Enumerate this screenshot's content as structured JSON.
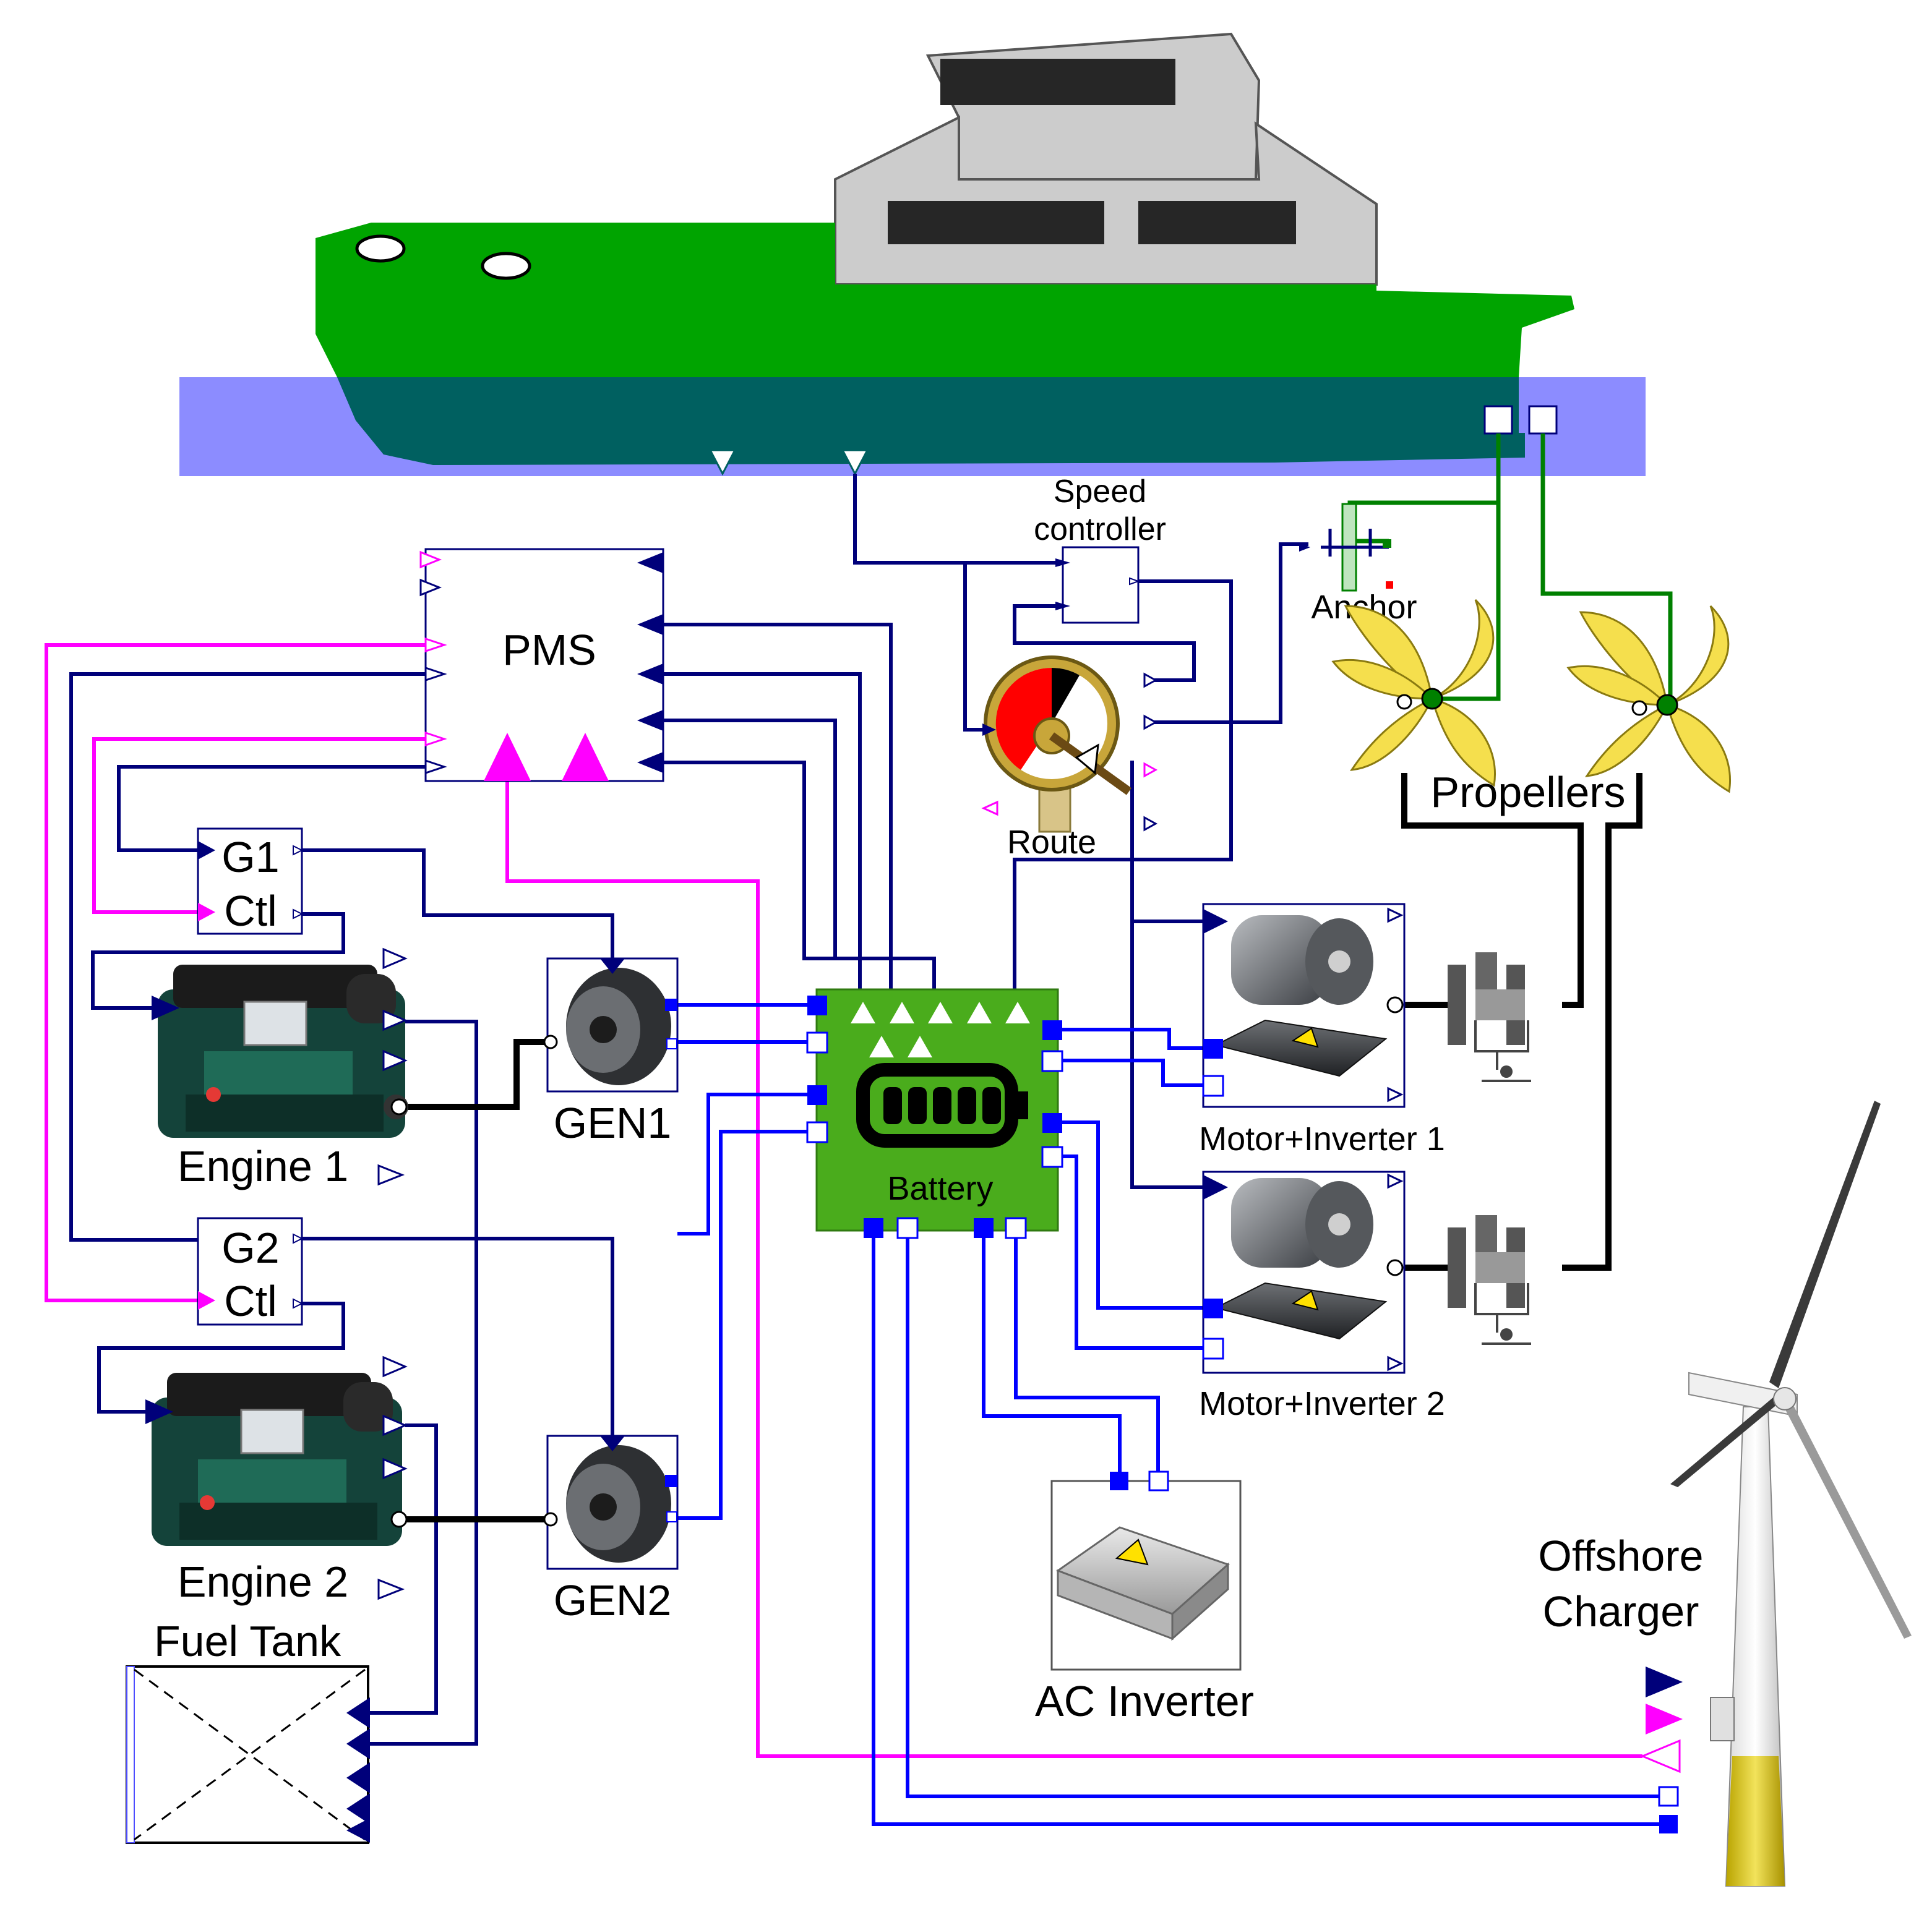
{
  "labels": {
    "speed_controller_line1": "Speed",
    "speed_controller_line2": "controller",
    "anchor": "Anchor",
    "pms": "PMS",
    "route": "Route",
    "propellers": "Propellers",
    "g1_ctl_line1": "G1",
    "g1_ctl_line2": "Ctl",
    "g2_ctl_line1": "G2",
    "g2_ctl_line2": "Ctl",
    "engine1": "Engine 1",
    "engine2": "Engine 2",
    "gen1": "GEN1",
    "gen2": "GEN2",
    "battery": "Battery",
    "motor_inverter1": "Motor+Inverter 1",
    "motor_inverter2": "Motor+Inverter 2",
    "fuel_tank": "Fuel Tank",
    "ac_inverter": "AC Inverter",
    "offshore_charger_line1": "Offshore",
    "offshore_charger_line2": "Charger"
  },
  "colors": {
    "hull_green": "#00a400",
    "hull_underwater": "#006060",
    "water": "#8c8cff",
    "superstructure": "#cccccc",
    "control_signal": "#00007a",
    "pms_signal": "#ff00ff",
    "electric_bus": "#0000ff",
    "mechanical_shaft": "#000000",
    "hydro_link": "#008000",
    "battery_fill": "#4aac1c",
    "propeller_yellow": "#f5df4d",
    "gauge_red": "#ff0000"
  },
  "icons": [
    "ship-icon",
    "engine-icon",
    "generator-icon",
    "battery-icon",
    "motor-icon",
    "inverter-icon",
    "gearbox-icon",
    "propeller-icon",
    "gauge-icon",
    "anchor-icon",
    "wind-turbine-icon",
    "fuel-tank-icon"
  ]
}
